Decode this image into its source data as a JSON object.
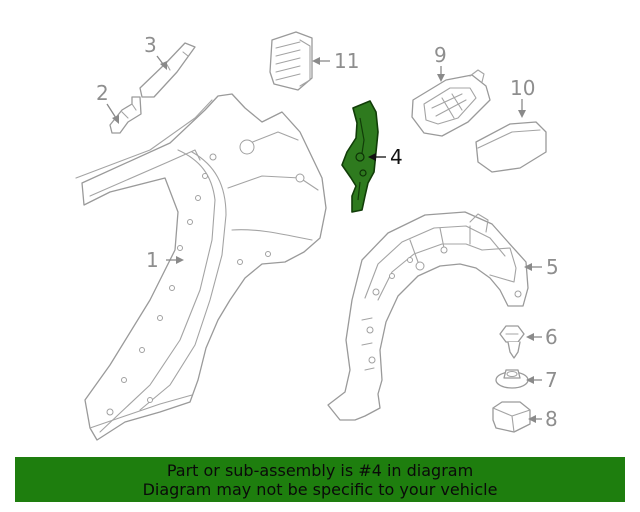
{
  "diagram": {
    "callouts": [
      {
        "id": "1",
        "label": "1"
      },
      {
        "id": "2",
        "label": "2"
      },
      {
        "id": "3",
        "label": "3"
      },
      {
        "id": "4",
        "label": "4",
        "highlighted": true
      },
      {
        "id": "5",
        "label": "5"
      },
      {
        "id": "6",
        "label": "6"
      },
      {
        "id": "7",
        "label": "7"
      },
      {
        "id": "8",
        "label": "8"
      },
      {
        "id": "9",
        "label": "9"
      },
      {
        "id": "10",
        "label": "10"
      },
      {
        "id": "11",
        "label": "11"
      }
    ],
    "highlight_color": "#2e7a1e",
    "line_color": "#9a9a9a"
  },
  "banner": {
    "line1": "Part or sub-assembly is #4 in diagram",
    "line2": "Diagram may not be specific to your vehicle",
    "background": "#1e7e0e"
  }
}
